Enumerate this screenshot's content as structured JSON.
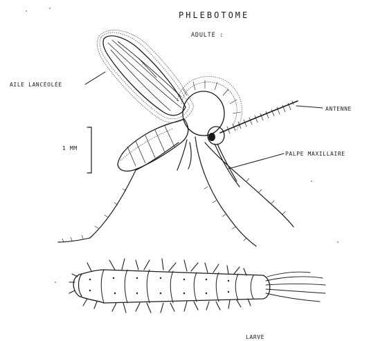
{
  "title": "PHLEBOTOME",
  "subtitle": "ADULTE :",
  "labels": {
    "wing": "AILE LANCÉOLÉE",
    "antenna": "ANTENNE",
    "scale": "1 MM",
    "palp": "PALPE MAXILLAIRE",
    "larva": "LARVE"
  },
  "colors": {
    "ink": "#1a1a1a",
    "paper": "#ffffff"
  }
}
